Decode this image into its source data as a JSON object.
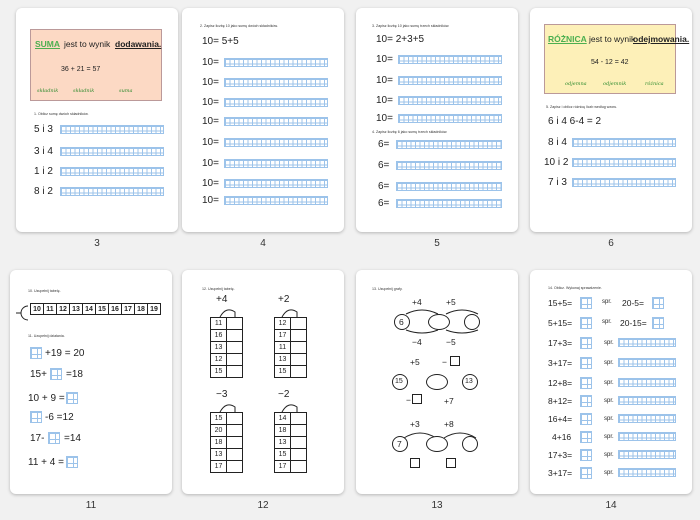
{
  "pages": [
    {
      "num": "3",
      "card": {
        "suma": "SUMA",
        "mid": "jest to wynik",
        "op": "dodawania.",
        "eq": "36 + 21 = 57",
        "w1": "składnik",
        "w2": "składnik",
        "w3": "suma"
      },
      "task": "1. Oblicz sumę dwóch składników.",
      "rows": [
        "5 i 3",
        "3 i 4",
        "1 i 2",
        "8 i 2"
      ]
    },
    {
      "num": "4",
      "task": "2. Zapisz liczbę 10 jako sumę dwóch składników.",
      "first": "10= 5+5",
      "rows": [
        "10=",
        "10=",
        "10=",
        "10=",
        "10=",
        "10=",
        "10=",
        "10="
      ]
    },
    {
      "num": "5",
      "task": "3. Zapisz liczbę 10 jako sumę trzech składników.",
      "first": "10= 2+3+5",
      "rows": [
        "10=",
        "10=",
        "10=",
        "10="
      ],
      "task2": "4. Zapisz liczbę 6 jako sumę trzech składników.",
      "rows2": [
        "6=",
        "6=",
        "6=",
        "6="
      ]
    },
    {
      "num": "6",
      "card": {
        "roz": "RÓŻNICA",
        "mid": "jest to wynik",
        "op": "odejmowania.",
        "eq": "54 - 12 = 42",
        "w1": "odjemna",
        "w2": "odjemnik",
        "w3": "różnica"
      },
      "task": "5. Zapisz i oblicz różnicę liczb według wzoru.",
      "first": "6 i 4    6-4 = 2",
      "rows": [
        "8 i 4",
        "10 i 2",
        "7 i 3"
      ]
    },
    {
      "num": "11",
      "task": "10. Uzupełnij tabelę.",
      "cells": [
        "10",
        "11",
        "12",
        "13",
        "14",
        "15",
        "16",
        "17",
        "18",
        "19"
      ],
      "task2": "11. Uzupełnij działania.",
      "eqs": [
        {
          "a": "",
          "b": "+19 = 20"
        },
        {
          "a": "15+",
          "b": "=18"
        },
        {
          "a": "10 + 9 =",
          "b": ""
        },
        {
          "a": "",
          "b": "-6 =12"
        },
        {
          "a": "17-",
          "b": "=14"
        },
        {
          "a": "11 + 4 =",
          "b": ""
        }
      ]
    },
    {
      "num": "12",
      "task": "12. Uzupełnij tabelę.",
      "ops": [
        "+4",
        "+2",
        "−3",
        "−2"
      ],
      "cols": [
        [
          "11",
          "16",
          "13",
          "12",
          "15"
        ],
        [
          "12",
          "17",
          "11",
          "13",
          "15"
        ],
        [
          "15",
          "20",
          "18",
          "13",
          "17"
        ],
        [
          "14",
          "18",
          "13",
          "15",
          "17"
        ]
      ]
    },
    {
      "num": "13",
      "task": "13. Uzupełnij grafy.",
      "g1": {
        "top1": "+4",
        "top2": "+5",
        "bot1": "−4",
        "bot2": "−5",
        "start": "6"
      },
      "g2": {
        "top1": "+5",
        "top2": "−",
        "bot1": "−",
        "bot2": "+7",
        "start": "15",
        "end": "13"
      },
      "g3": {
        "top1": "+3",
        "top2": "+8",
        "start": "7"
      }
    },
    {
      "num": "14",
      "task": "14. Oblicz. Wykonaj sprawdzenie.",
      "left": [
        "15+5=",
        "5+15=",
        "17+3=",
        "3+17=",
        "12+8=",
        "8+12=",
        "16+4=",
        "4+16",
        "17+3=",
        "3+17="
      ],
      "spr": "spr.",
      "right": [
        "20-5=",
        "20-15="
      ]
    }
  ]
}
